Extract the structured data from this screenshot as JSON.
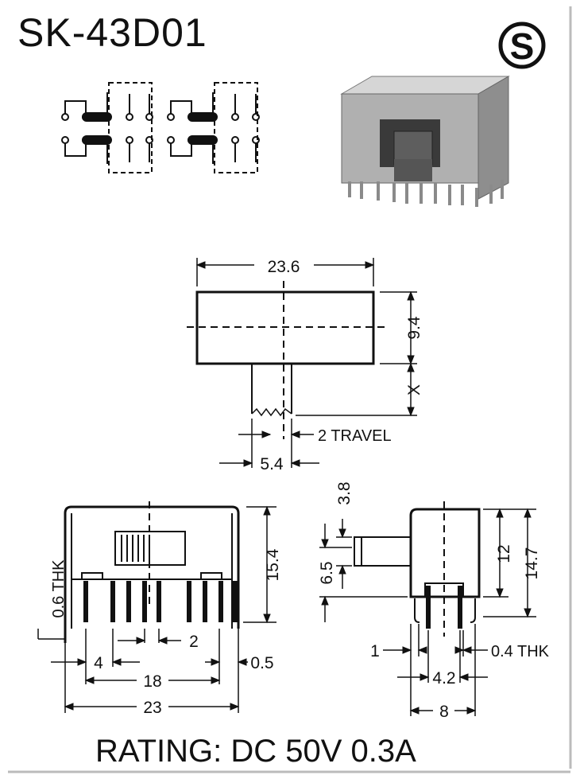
{
  "title": "SK-43D01",
  "logo_letter": "S",
  "rating": "RATING: DC 50V 0.3A",
  "dims": {
    "top_width": "23.6",
    "top_height": "9.4",
    "top_x": "X",
    "travel": "2 TRAVEL",
    "knob_width": "5.4",
    "front_thk": "0.6 THK",
    "front_height": "15.4",
    "pitch_4": "4",
    "pitch_2": "2",
    "pin_05": "0.5",
    "span_18": "18",
    "width_23": "23",
    "side_38": "3.8",
    "side_65": "6.5",
    "side_12": "12",
    "side_147": "14.7",
    "side_1": "1",
    "side_04thk": "0.4 THK",
    "side_42": "4.2",
    "side_8": "8"
  }
}
